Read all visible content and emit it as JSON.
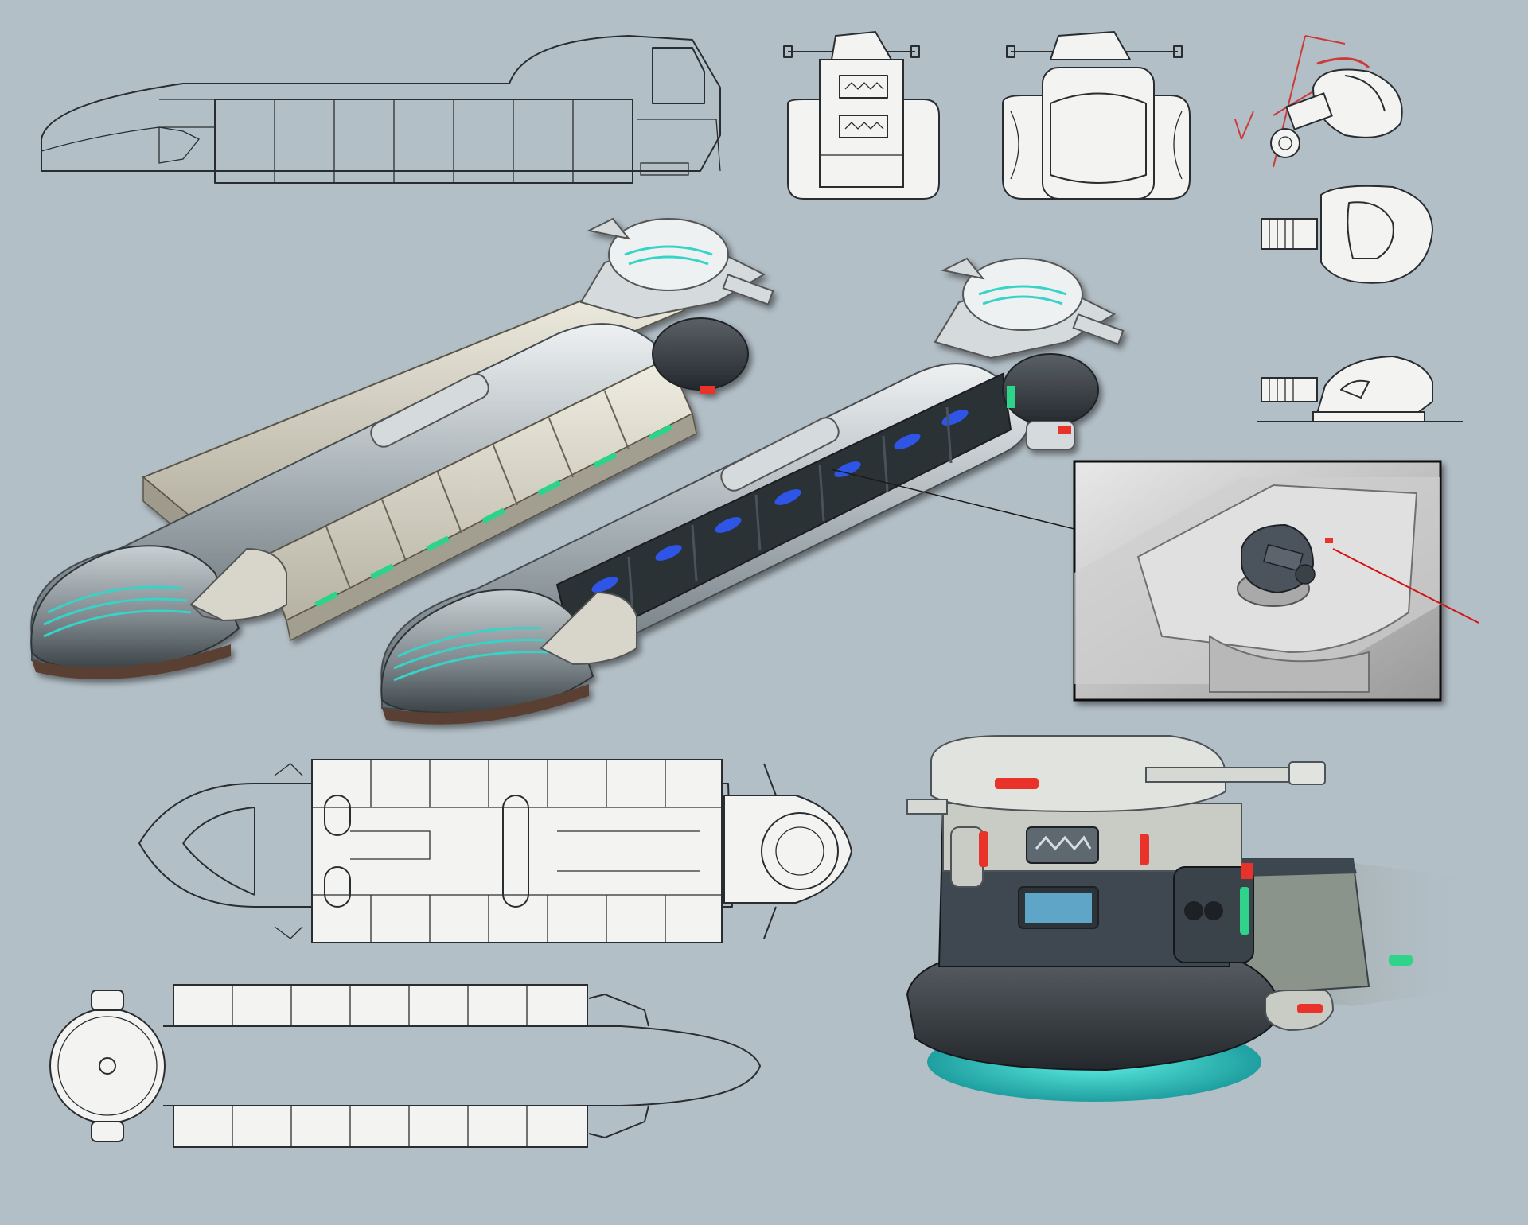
{
  "sheet": {
    "background_color": "#b3bfc7",
    "accent_colors": {
      "cyan_glow": "#39d3c8",
      "green_lights": "#2fd38a",
      "blue_interior": "#2d54e6",
      "red_lights": "#e8322a",
      "laser": "#d21414"
    },
    "drawings": [
      "side-view-lineart",
      "rear-view-lineart",
      "front-view-lineart",
      "turret-sketches",
      "cargo-ship-render",
      "troop-ship-render",
      "turret-detail-inset",
      "top-view-lineart",
      "bottom-view-lineart",
      "engine-closeup-render"
    ]
  }
}
